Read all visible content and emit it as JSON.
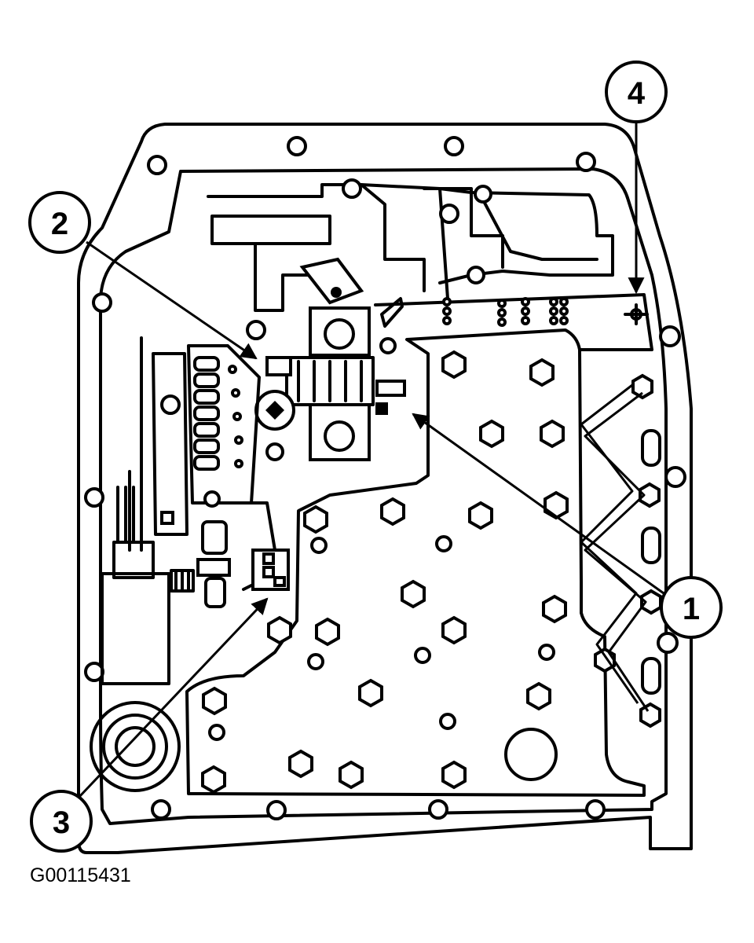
{
  "figure_id": "G00115431",
  "callouts": [
    {
      "number": "1"
    },
    {
      "number": "2"
    },
    {
      "number": "3"
    },
    {
      "number": "4"
    }
  ]
}
